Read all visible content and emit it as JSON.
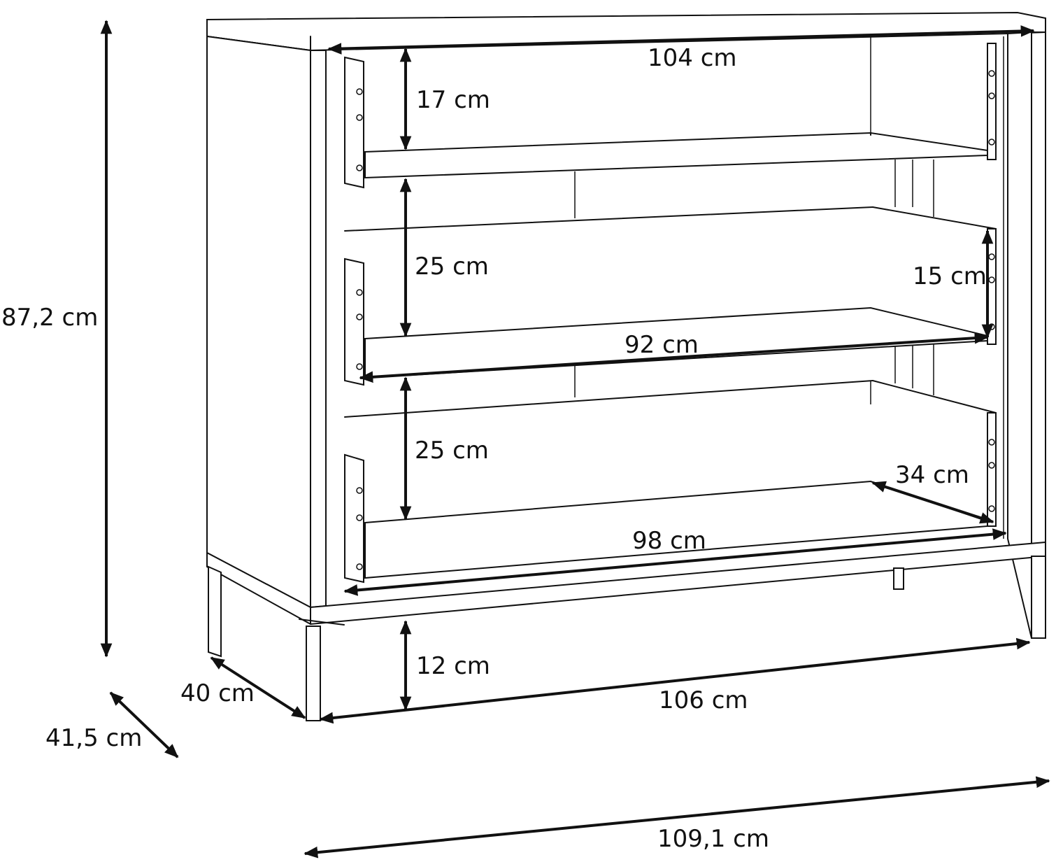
{
  "dimensions": {
    "total_height": "87,2 cm",
    "top_inner_width": "104 cm",
    "drawer1_height": "17 cm",
    "drawer2_height": "25 cm",
    "drawer3_height": "25 cm",
    "drawer_side_height": "15 cm",
    "drawer_inner_width": "92 cm",
    "drawer_depth": "34 cm",
    "bottom_drawer_width": "98 cm",
    "leg_height": "12 cm",
    "base_depth": "40 cm",
    "base_width": "106 cm",
    "total_depth": "41,5 cm",
    "total_width": "109,1 cm"
  },
  "colors": {
    "line": "#111111",
    "background": "#ffffff"
  }
}
